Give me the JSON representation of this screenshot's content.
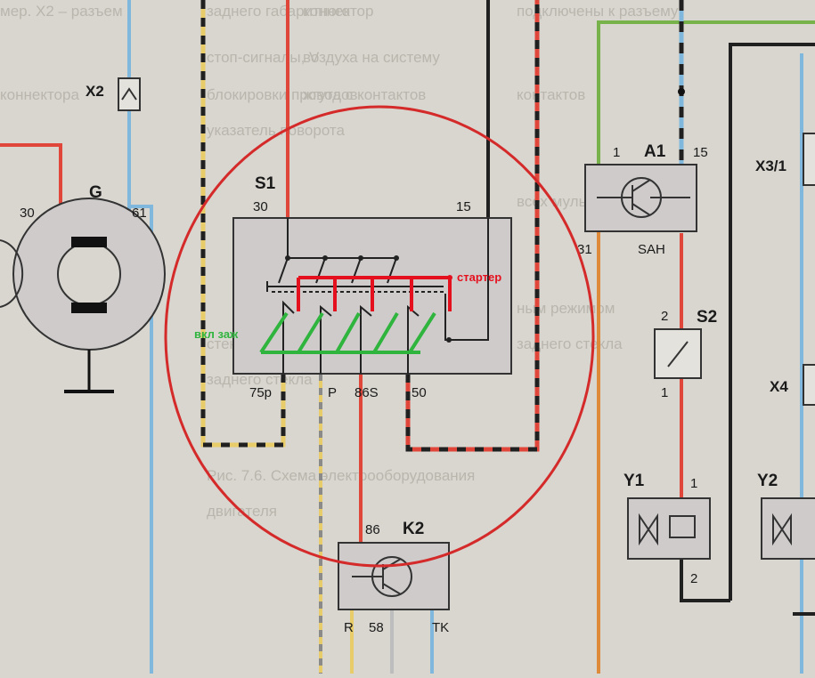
{
  "background_text": [
    "заднего габаритного",
    "стоп-сигналы, V",
    "блокировки проводов",
    "указатель поворота",
    "коннектор",
    "воздуха на систему",
    "жгута с контактов",
    "подключены к разъему",
    "контактов",
    "мер. Х2 – разъем",
    "коннектора",
    "всех мультиплексоров,",
    "ным режимом",
    "заднего стекла",
    "стеклоочистителя",
    "заднего стекла",
    "Рис. 7.6. Схема электрооборудования",
    "двигателя"
  ],
  "components": {
    "x2": "X2",
    "g": "G",
    "s1": "S1",
    "a1": "A1",
    "x3": "X3/1",
    "s2": "S2",
    "x4": "X4",
    "y1": "Y1",
    "y2": "Y2",
    "k2": "K2"
  },
  "terminals": {
    "g30": "30",
    "g61": "61",
    "s1_30": "30",
    "s1_15": "15",
    "s1_75": "75p",
    "s1_p": "P",
    "s1_86s": "86S",
    "s1_50": "50",
    "a1_1": "1",
    "a1_15": "15",
    "a1_31": "31",
    "a1_sah": "SAH",
    "s2_2": "2",
    "s2_1": "1",
    "y1_1": "1",
    "y1_2": "2",
    "k2_86": "86",
    "k2_r": "R",
    "k2_58": "58",
    "k2_tk": "TK"
  },
  "annotations": {
    "starter": "стартер",
    "ignition": "вкл заж"
  },
  "colors": {
    "background": "#d9d6cf",
    "wire_red": "#e0463a",
    "wire_blue": "#7fb8dc",
    "wire_yellow": "#e8cc6a",
    "wire_black": "#202020",
    "wire_orange": "#dd8b3a",
    "wire_green": "#78b24a",
    "component_fill": "#cfcbcb",
    "ellipse": "#d42a2a",
    "annotation_red": "#e5101e",
    "annotation_green": "#2fb43e"
  }
}
